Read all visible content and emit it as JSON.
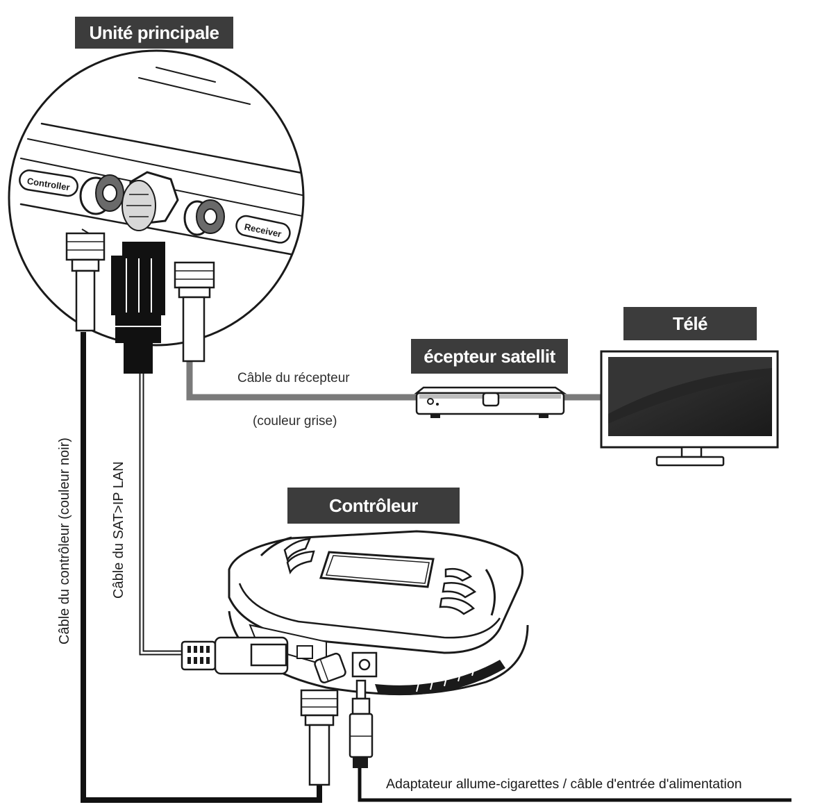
{
  "titles": {
    "main_unit": "Unité principale",
    "tv": "Télé",
    "satellite_receiver": "écepteur satellit",
    "controller": "Contrôleur"
  },
  "port_labels": {
    "controller": "Controller",
    "receiver": "Receiver"
  },
  "cable_labels": {
    "receiver_cable": "Câble du récepteur",
    "receiver_cable_color": "(couleur grise)",
    "controller_cable": "Câble du contrôleur (couleur noir)",
    "lan_cable": "Câble du SAT>IP LAN",
    "power_cable": "Adaptateur allume-cigarettes / câble d'entrée d'alimentation"
  },
  "colors": {
    "title_bg": "#3c3c3c",
    "title_text": "#ffffff",
    "black_cable": "#111111",
    "gray_cable": "#7a7a7a",
    "line": "#1a1a1a"
  }
}
